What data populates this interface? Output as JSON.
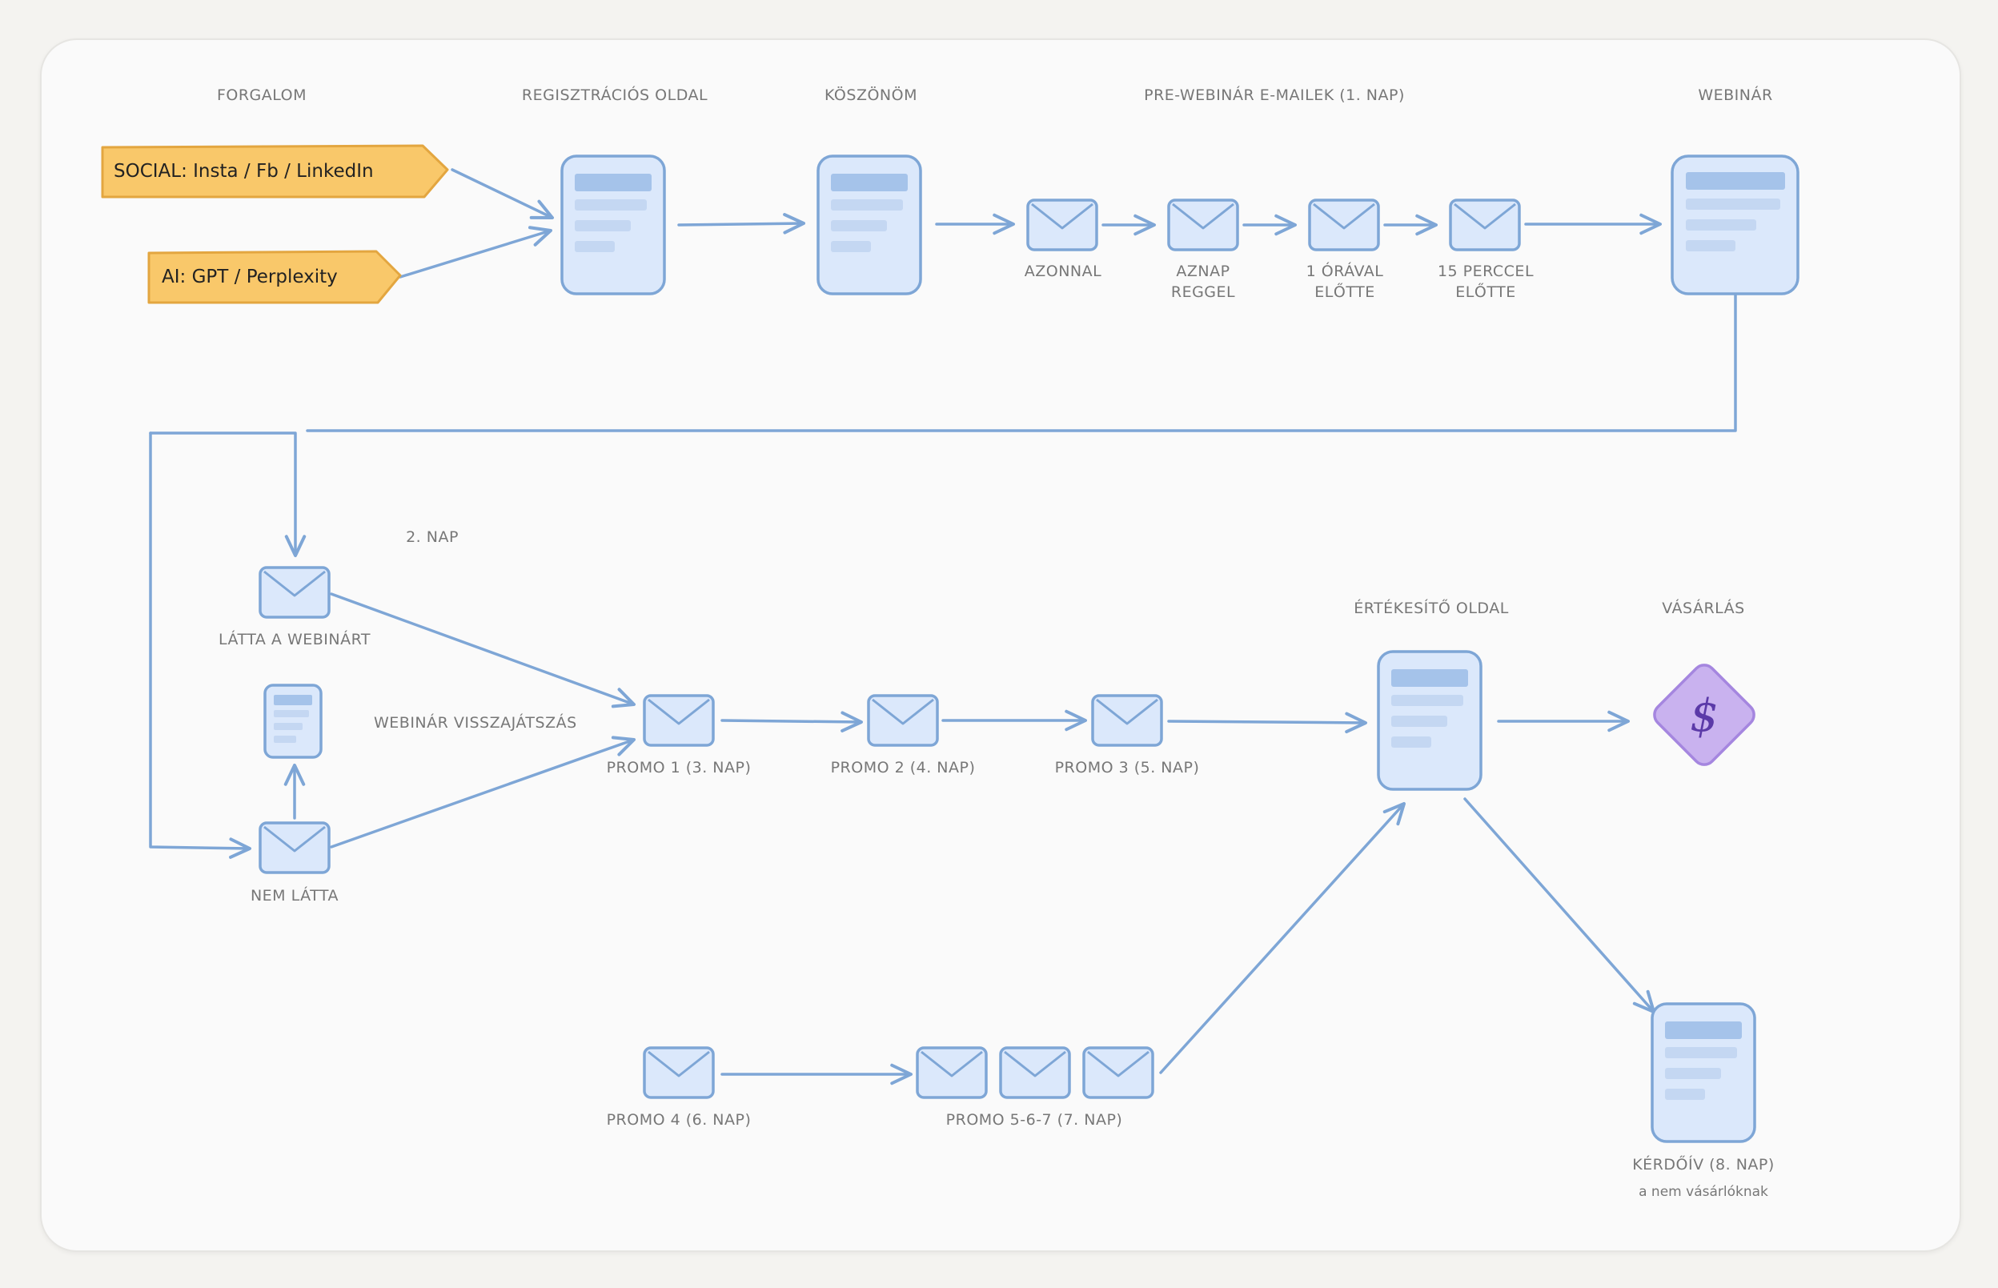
{
  "headers": {
    "forgalom": "FORGALOM",
    "registration": "REGISZTRÁCIÓS OLDAL",
    "thanks": "KÖSZÖNÖM",
    "pre_emails": "PRE-WEBINÁR E-MAILEK (1. NAP)",
    "webinar": "WEBINÁR",
    "sales_page": "ÉRTÉKESÍTŐ OLDAL",
    "purchase": "VÁSÁRLÁS",
    "day2": "2. NAP"
  },
  "traffic": {
    "social": "SOCIAL: Insta / Fb / LinkedIn",
    "ai": "AI: GPT / Perplexity"
  },
  "pre_email_labels": [
    [
      "AZONNAL"
    ],
    [
      "AZNAP",
      "REGGEL"
    ],
    [
      "1 ÓRÁVAL",
      "ELŐTTE"
    ],
    [
      "15 PERCCEL",
      "ELŐTTE"
    ]
  ],
  "post": {
    "saw": "LÁTTA A WEBINÁRT",
    "not_saw": "NEM LÁTTA",
    "replay": "WEBINÁR VISSZAJÁTSZÁS"
  },
  "promos": {
    "p1": "PROMO 1 (3. NAP)",
    "p2": "PROMO 2 (4. NAP)",
    "p3": "PROMO 3 (5. NAP)",
    "p4": "PROMO 4 (6. NAP)",
    "p567": "PROMO 5-6-7 (7. NAP)"
  },
  "survey": {
    "title": "KÉRDŐÍV (8. NAP)",
    "subtitle": "a nem vásárlóknak"
  },
  "purchase_symbol": "$",
  "colors": {
    "page_fill": "#dbe8fb",
    "stroke_blue": "#7ea6d6",
    "tag_fill": "#f9c86a",
    "tag_stroke": "#e3a640",
    "diamond_fill": "#c9b2ef",
    "diamond_stroke": "#a586df",
    "dollar": "#5b3aa8"
  }
}
